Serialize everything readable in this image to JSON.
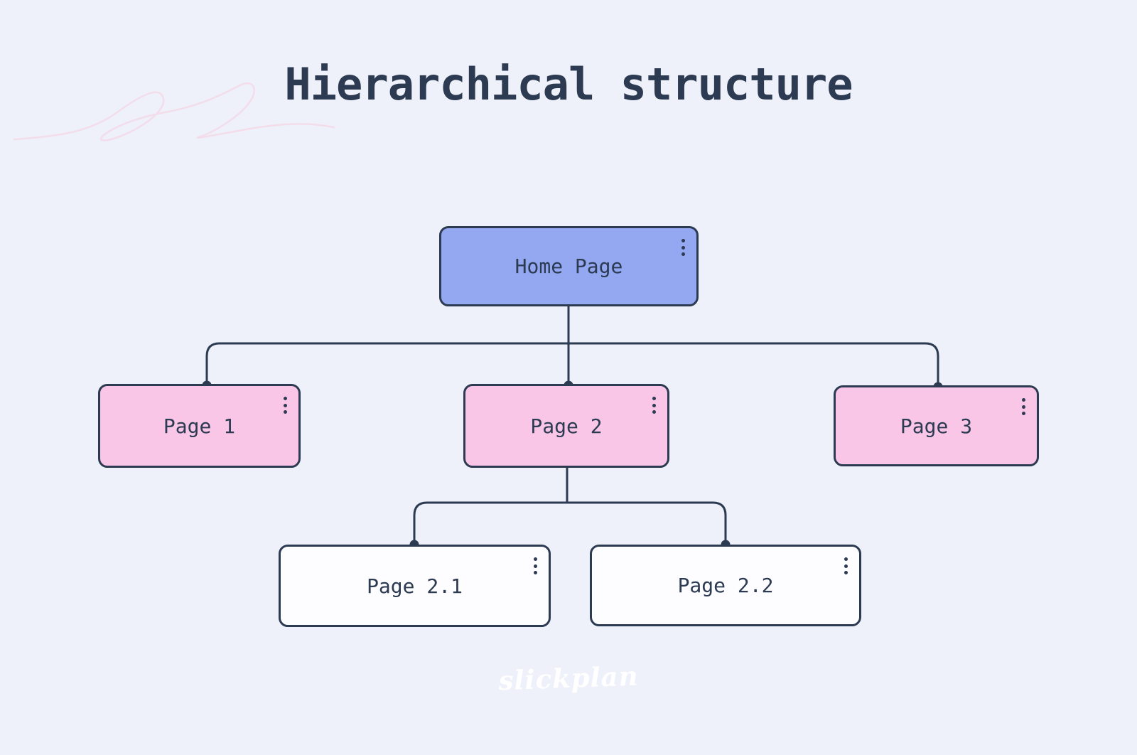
{
  "title": "Hierarchical structure",
  "watermark": "slickplan",
  "colors": {
    "background": "#eef1f9",
    "ink": "#2c3a52",
    "home_fill": "#93a8f0",
    "page_fill": "#f9c6e7",
    "subpage_fill": "#fdfdff",
    "squiggle": "#f3d9e9",
    "watermark": "#ffffff"
  },
  "icons": {
    "kebab_menu": "vertical three-dot menu (⋮) drawn as CSS dots, one per node, top-right corner"
  },
  "nodes": [
    {
      "id": "home",
      "label": "Home Page",
      "level": 1,
      "parent": null,
      "fill": "home_fill"
    },
    {
      "id": "page-1",
      "label": "Page 1",
      "level": 2,
      "parent": "home",
      "fill": "page_fill"
    },
    {
      "id": "page-2",
      "label": "Page 2",
      "level": 2,
      "parent": "home",
      "fill": "page_fill"
    },
    {
      "id": "page-3",
      "label": "Page 3",
      "level": 2,
      "parent": "home",
      "fill": "page_fill"
    },
    {
      "id": "page-2-1",
      "label": "Page 2.1",
      "level": 3,
      "parent": "page-2",
      "fill": "subpage_fill"
    },
    {
      "id": "page-2-2",
      "label": "Page 2.2",
      "level": 3,
      "parent": "page-2",
      "fill": "subpage_fill"
    }
  ]
}
